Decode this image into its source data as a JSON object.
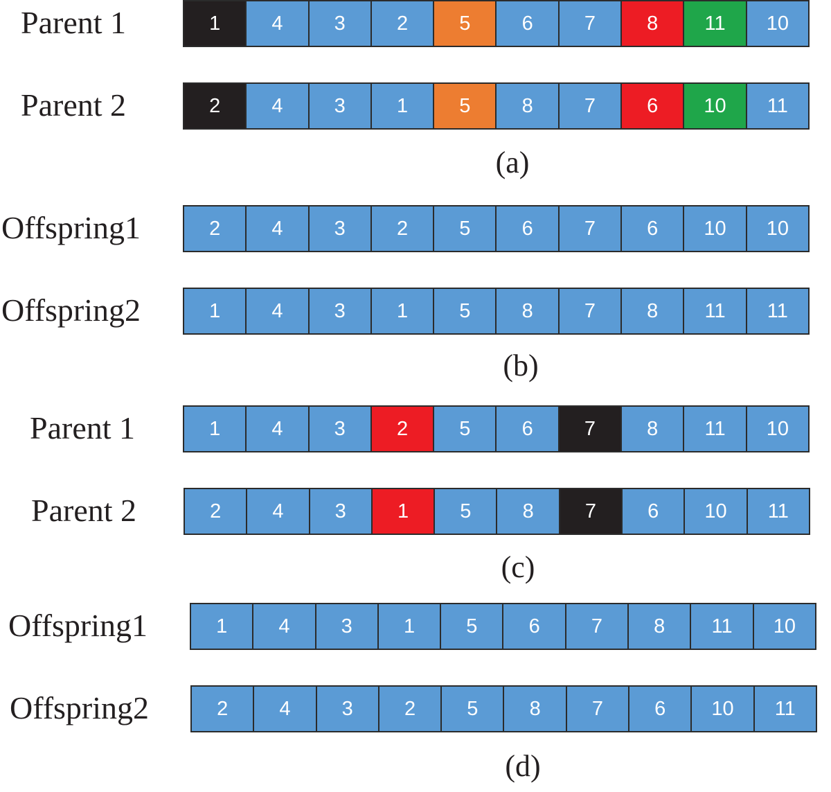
{
  "colors": {
    "blue": "#5b9bd5",
    "black": "#231f20",
    "orange": "#ed7d31",
    "red": "#ed1c24",
    "green": "#1fa64a"
  },
  "panels": [
    {
      "caption": "(a)",
      "rows": [
        {
          "label": "Parent 1",
          "cells": [
            {
              "v": "1",
              "c": "black"
            },
            {
              "v": "4",
              "c": "blue"
            },
            {
              "v": "3",
              "c": "blue"
            },
            {
              "v": "2",
              "c": "blue"
            },
            {
              "v": "5",
              "c": "orange"
            },
            {
              "v": "6",
              "c": "blue"
            },
            {
              "v": "7",
              "c": "blue"
            },
            {
              "v": "8",
              "c": "red"
            },
            {
              "v": "11",
              "c": "green"
            },
            {
              "v": "10",
              "c": "blue"
            }
          ]
        },
        {
          "label": "Parent 2",
          "cells": [
            {
              "v": "2",
              "c": "black"
            },
            {
              "v": "4",
              "c": "blue"
            },
            {
              "v": "3",
              "c": "blue"
            },
            {
              "v": "1",
              "c": "blue"
            },
            {
              "v": "5",
              "c": "orange"
            },
            {
              "v": "8",
              "c": "blue"
            },
            {
              "v": "7",
              "c": "blue"
            },
            {
              "v": "6",
              "c": "red"
            },
            {
              "v": "10",
              "c": "green"
            },
            {
              "v": "11",
              "c": "blue"
            }
          ]
        }
      ]
    },
    {
      "caption": "(b)",
      "rows": [
        {
          "label": "Offspring1",
          "cells": [
            {
              "v": "2",
              "c": "blue"
            },
            {
              "v": "4",
              "c": "blue"
            },
            {
              "v": "3",
              "c": "blue"
            },
            {
              "v": "2",
              "c": "blue"
            },
            {
              "v": "5",
              "c": "blue"
            },
            {
              "v": "6",
              "c": "blue"
            },
            {
              "v": "7",
              "c": "blue"
            },
            {
              "v": "6",
              "c": "blue"
            },
            {
              "v": "10",
              "c": "blue"
            },
            {
              "v": "10",
              "c": "blue"
            }
          ]
        },
        {
          "label": "Offspring2",
          "cells": [
            {
              "v": "1",
              "c": "blue"
            },
            {
              "v": "4",
              "c": "blue"
            },
            {
              "v": "3",
              "c": "blue"
            },
            {
              "v": "1",
              "c": "blue"
            },
            {
              "v": "5",
              "c": "blue"
            },
            {
              "v": "8",
              "c": "blue"
            },
            {
              "v": "7",
              "c": "blue"
            },
            {
              "v": "8",
              "c": "blue"
            },
            {
              "v": "11",
              "c": "blue"
            },
            {
              "v": "11",
              "c": "blue"
            }
          ]
        }
      ]
    },
    {
      "caption": "(c)",
      "rows": [
        {
          "label": "Parent 1",
          "cells": [
            {
              "v": "1",
              "c": "blue"
            },
            {
              "v": "4",
              "c": "blue"
            },
            {
              "v": "3",
              "c": "blue"
            },
            {
              "v": "2",
              "c": "red"
            },
            {
              "v": "5",
              "c": "blue"
            },
            {
              "v": "6",
              "c": "blue"
            },
            {
              "v": "7",
              "c": "black"
            },
            {
              "v": "8",
              "c": "blue"
            },
            {
              "v": "11",
              "c": "blue"
            },
            {
              "v": "10",
              "c": "blue"
            }
          ]
        },
        {
          "label": "Parent 2",
          "cells": [
            {
              "v": "2",
              "c": "blue"
            },
            {
              "v": "4",
              "c": "blue"
            },
            {
              "v": "3",
              "c": "blue"
            },
            {
              "v": "1",
              "c": "red"
            },
            {
              "v": "5",
              "c": "blue"
            },
            {
              "v": "8",
              "c": "blue"
            },
            {
              "v": "7",
              "c": "black"
            },
            {
              "v": "6",
              "c": "blue"
            },
            {
              "v": "10",
              "c": "blue"
            },
            {
              "v": "11",
              "c": "blue"
            }
          ]
        }
      ]
    },
    {
      "caption": "(d)",
      "rows": [
        {
          "label": "Offspring1",
          "cells": [
            {
              "v": "1",
              "c": "blue"
            },
            {
              "v": "4",
              "c": "blue"
            },
            {
              "v": "3",
              "c": "blue"
            },
            {
              "v": "1",
              "c": "blue"
            },
            {
              "v": "5",
              "c": "blue"
            },
            {
              "v": "6",
              "c": "blue"
            },
            {
              "v": "7",
              "c": "blue"
            },
            {
              "v": "8",
              "c": "blue"
            },
            {
              "v": "11",
              "c": "blue"
            },
            {
              "v": "10",
              "c": "blue"
            }
          ]
        },
        {
          "label": "Offspring2",
          "cells": [
            {
              "v": "2",
              "c": "blue"
            },
            {
              "v": "4",
              "c": "blue"
            },
            {
              "v": "3",
              "c": "blue"
            },
            {
              "v": "2",
              "c": "blue"
            },
            {
              "v": "5",
              "c": "blue"
            },
            {
              "v": "8",
              "c": "blue"
            },
            {
              "v": "7",
              "c": "blue"
            },
            {
              "v": "6",
              "c": "blue"
            },
            {
              "v": "10",
              "c": "blue"
            },
            {
              "v": "11",
              "c": "blue"
            }
          ]
        }
      ]
    }
  ]
}
